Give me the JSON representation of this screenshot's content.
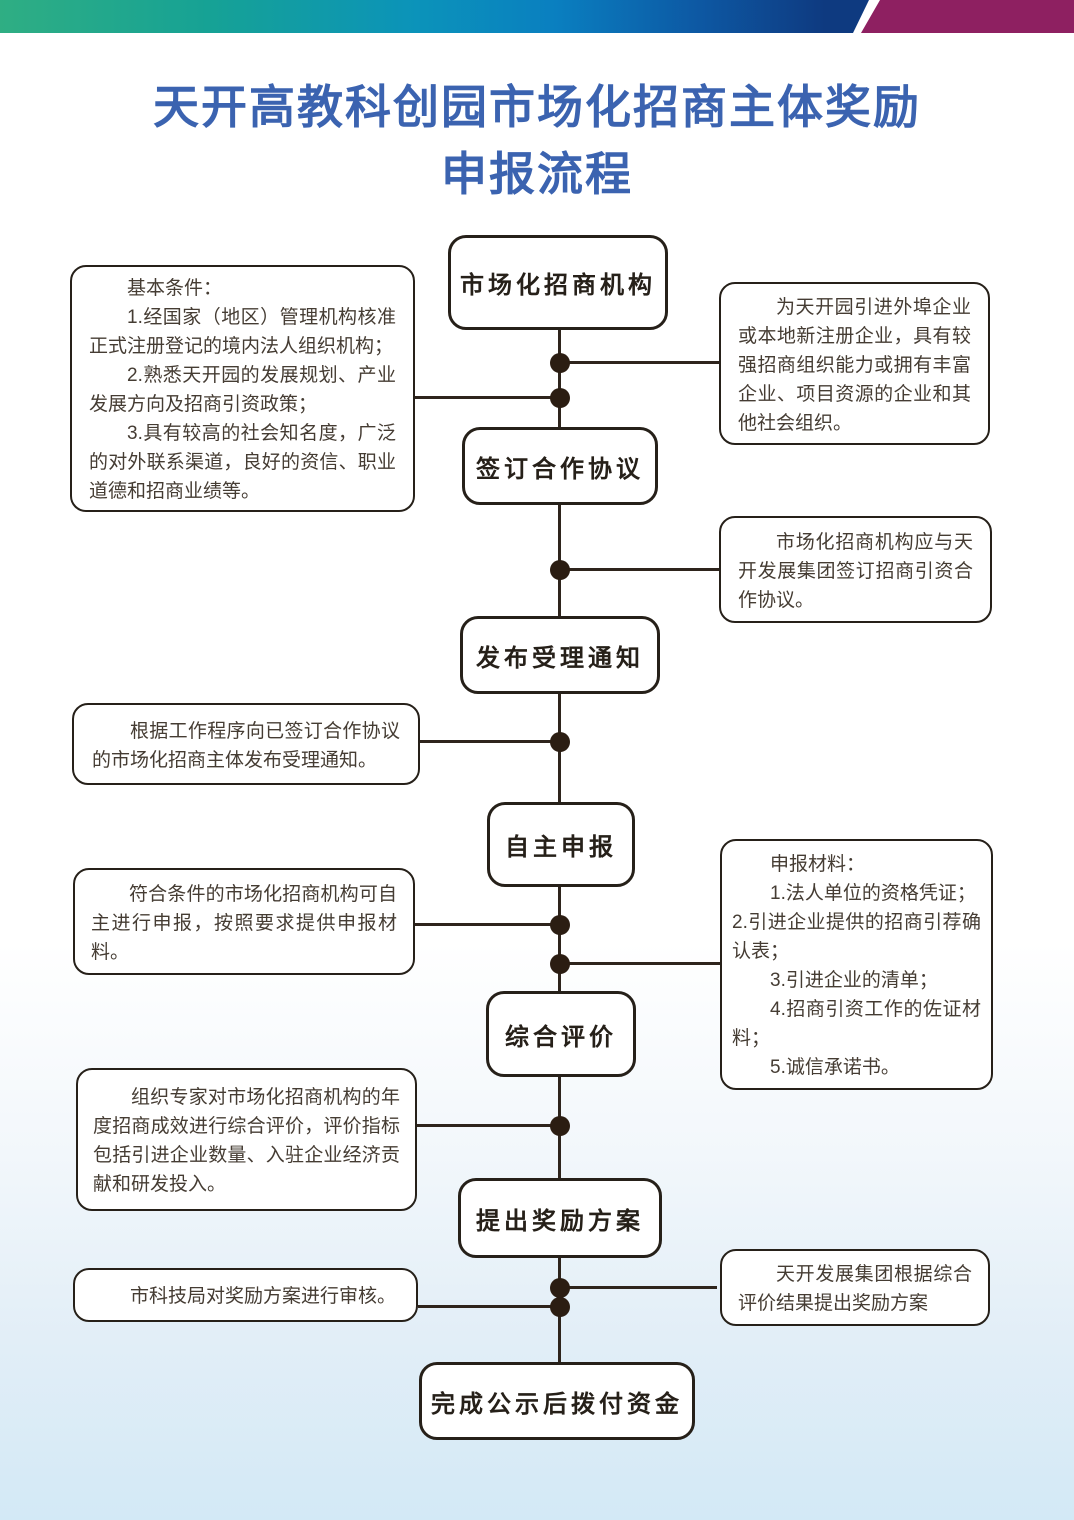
{
  "header": {
    "title_line1": "天开高教科创园市场化招商主体奖励",
    "title_line2": "申报流程"
  },
  "flow_nodes": [
    {
      "label": "市场化招商机构"
    },
    {
      "label": "签订合作协议"
    },
    {
      "label": "发布受理通知"
    },
    {
      "label": "自主申报"
    },
    {
      "label": "综合评价"
    },
    {
      "label": "提出奖励方案"
    },
    {
      "label": "完成公示后拨付资金"
    }
  ],
  "left_notes": [
    {
      "paragraphs": [
        "基本条件：",
        "1.经国家（地区）管理机构核准正式注册登记的境内法人组织机构；",
        "2.熟悉天开园的发展规划、产业发展方向及招商引资政策；",
        "3.具有较高的社会知名度，广泛的对外联系渠道，良好的资信、职业道德和招商业绩等。"
      ]
    },
    {
      "paragraphs": [
        "根据工作程序向已签订合作协议的市场化招商主体发布受理通知。"
      ]
    },
    {
      "paragraphs": [
        "符合条件的市场化招商机构可自主进行申报，按照要求提供申报材料。"
      ]
    },
    {
      "paragraphs": [
        "组织专家对市场化招商机构的年度招商成效进行综合评价，评价指标包括引进企业数量、入驻企业经济贡献和研发投入。"
      ]
    },
    {
      "paragraphs": [
        "市科技局对奖励方案进行审核。"
      ]
    }
  ],
  "right_notes": [
    {
      "paragraphs": [
        "为天开园引进外埠企业或本地新注册企业，具有较强招商组织能力或拥有丰富企业、项目资源的企业和其他社会组织。"
      ]
    },
    {
      "paragraphs": [
        "市场化招商机构应与天开发展集团签订招商引资合作协议。"
      ]
    },
    {
      "paragraphs": [
        "申报材料：",
        "1.法人单位的资格凭证；",
        "2.引进企业提供的招商引荐确认表；",
        "3.引进企业的清单；",
        "4.招商引资工作的佐证材料；",
        "5.诚信承诺书。"
      ]
    },
    {
      "paragraphs": [
        "天开发展集团根据综合评价结果提出奖励方案"
      ]
    }
  ],
  "colors": {
    "ribbon_green": "#2fae83",
    "ribbon_teal": "#0b93ba",
    "ribbon_navy": "#0e3a80",
    "ribbon_magenta": "#8e2061",
    "title_blue": "#3b63b0",
    "line_dark": "#2e241c",
    "dot_dark": "#2b1d12",
    "note_text": "#453c33",
    "background_bottom": "#d3e9f6"
  }
}
